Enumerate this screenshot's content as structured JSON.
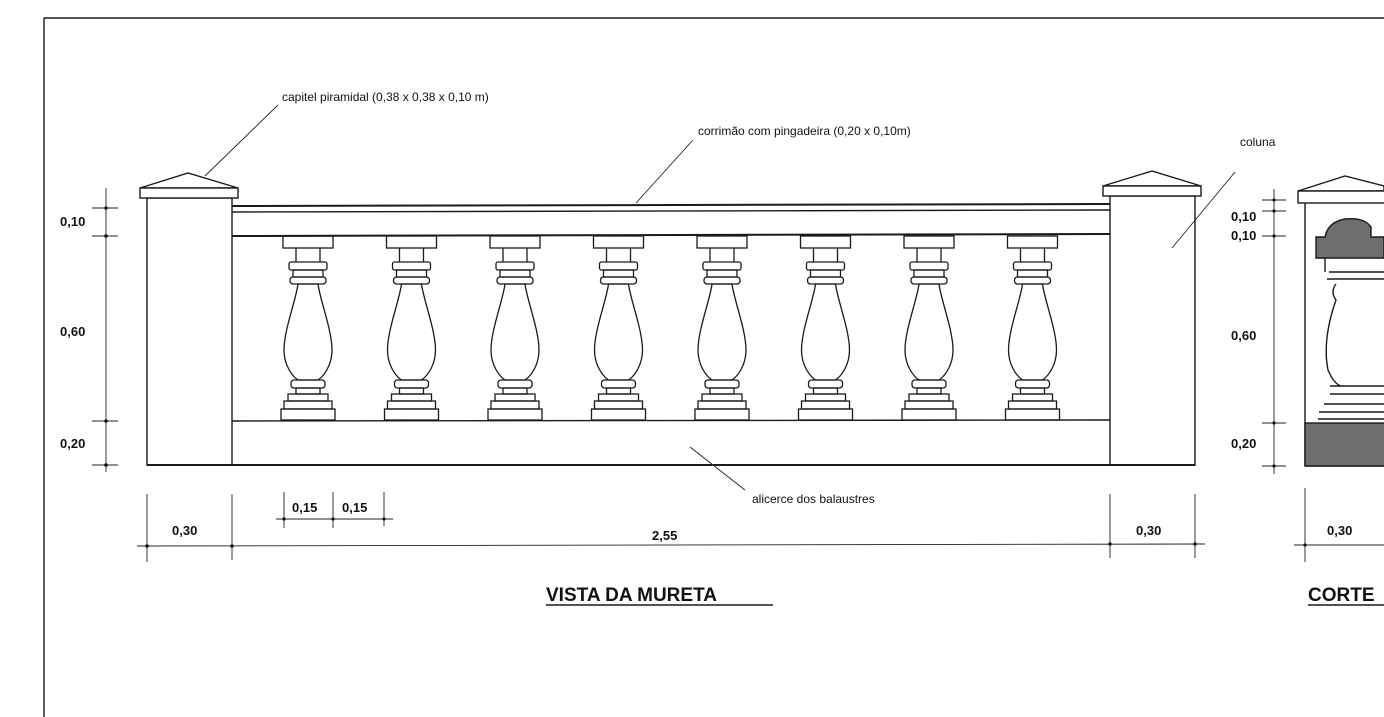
{
  "annotations": {
    "capitel": "capitel piramidal (0,38 x 0,38 x 0,10 m)",
    "corrimao": "corrimão com pingadeira (0,20 x 0,10m)",
    "coluna": "coluna",
    "alicerce": "alicerce dos balaustres"
  },
  "dimensions": {
    "left": {
      "top": "0,10",
      "middle": "0,60",
      "bottom": "0,20"
    },
    "bottom": {
      "column_left": "0,30",
      "span": "2,55",
      "column_right": "0,30",
      "baluster_a": "0,15",
      "baluster_b": "0,15"
    },
    "section": {
      "top_a": "0,10",
      "top_b": "0,10",
      "middle": "0,60",
      "bottom": "0,20",
      "width": "0,30"
    }
  },
  "titles": {
    "view": "VISTA  DA  MURETA",
    "section": "CORTE"
  },
  "drawing": {
    "baluster_count": 8,
    "line_color": "#1a1a1a",
    "section_fill_color": "#6e6e6e"
  }
}
